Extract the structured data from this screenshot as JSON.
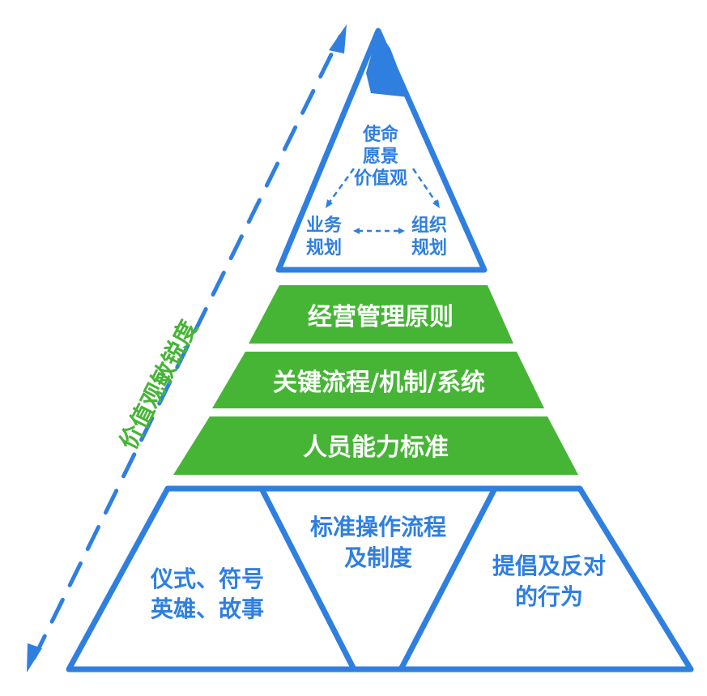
{
  "side_axis": {
    "label": "价值观敏锐度",
    "color": "#46b536"
  },
  "top_tier": {
    "core": [
      "使命",
      "愿景",
      "价值观"
    ],
    "left": [
      "业务",
      "规划"
    ],
    "right": [
      "组织",
      "规划"
    ]
  },
  "bands": [
    {
      "label": "经营管理原则"
    },
    {
      "label": "关键流程/机制/系统"
    },
    {
      "label": "人员能力标准"
    }
  ],
  "bottom_tier": {
    "left": [
      "仪式、符号",
      "英雄、故事"
    ],
    "middle": [
      "标准操作流程",
      "及制度"
    ],
    "right": [
      "提倡及反对",
      "的行为"
    ]
  },
  "colors": {
    "blue": "#2f7fe0",
    "green": "#46b536"
  }
}
